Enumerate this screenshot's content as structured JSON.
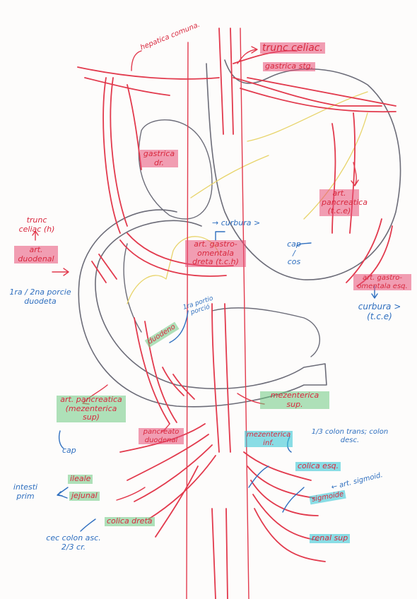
{
  "labels": {
    "hepatica_comuna": "hepatica comuna.",
    "trunchi_celiac": "trunc celiac.",
    "gastrica_stg": "gastrica stg.",
    "gastrica_dr": "gastrica dr.",
    "trunchi_celiac_h": "trunc celiac (h)",
    "art_duodenal": "art. duodenal",
    "prima_doua_portiune": "1ra / 2na porcie duodeta",
    "curbura_sus": "→ curbura >",
    "art_gastro_omentala": "art. gastro-omentala dreta (t.c.h)",
    "art_pancreatica": "art. pancreatica (t.c.e)",
    "cap_cos": "cap / cos",
    "art_gastro_omentala_esq": "art. gastro-omentala esq.",
    "curbura_jos": "curbura > (t.c.e)",
    "duodeno": "duodeno",
    "prima_portiune": "1ra portio porció",
    "mezenterica_sup": "mezenterica sup.",
    "art_pancreatica_mez": "art. pancreatica (mezenterica sup)",
    "cap": "cap",
    "pancreato_duodenal": "pancreato duodenal",
    "mezenterica_inf": "mezenterica inf.",
    "colon_trans": "1/3 colon trans; colon desc.",
    "colica_esq": "colica esq.",
    "art_sigmoid": "← art. sigmoid.",
    "sigmoide": "sigmoide",
    "ileale": "ileale",
    "jejunal": "jejunal",
    "intestin_prim": "intesti prim",
    "colica_dreta": "colica dreta",
    "cec": "cec colon asc. 2/3 cr.",
    "renal_sup": "renal sup"
  },
  "colors": {
    "arteries": "#e23a4d",
    "organs": "#6c6c78",
    "pancreas_outline": "#e8d46a",
    "notes_blue": "#2f6fbf",
    "highlight_pink": "#ec6e8e",
    "highlight_green": "#8bd49d",
    "highlight_cyan": "#63d2de"
  }
}
